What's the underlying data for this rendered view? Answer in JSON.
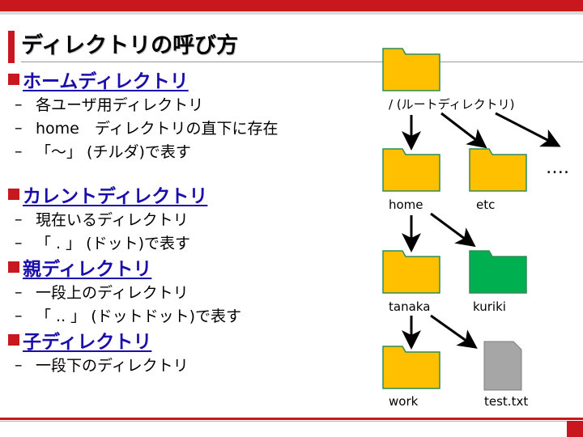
{
  "slide": {
    "title": "ディレクトリの呼び方",
    "sections": [
      {
        "heading": "ホームディレクトリ",
        "items": [
          "各ユーザ用ディレクトリ",
          "home　ディレクトリの直下に存在",
          "「〜」 (チルダ)で表す"
        ]
      },
      {
        "heading": "カレントディレクトリ",
        "items": [
          "現在いるディレクトリ",
          "「 . 」 (ドット)で表す"
        ]
      },
      {
        "heading": "親ディレクトリ",
        "items": [
          "一段上のディレクトリ",
          "「 .. 」 (ドットドット)で表す"
        ]
      },
      {
        "heading": "子ディレクトリ",
        "items": [
          "一段下のディレクトリ"
        ]
      }
    ],
    "dash": "–"
  },
  "tree": {
    "root_label": "/ (ルートディレクトリ)",
    "home_label": "home",
    "etc_label": "etc",
    "more_label": "….",
    "tanaka_label": "tanaka",
    "kuriki_label": "kuriki",
    "work_label": "work",
    "file_label": "test.txt",
    "colors": {
      "folder_yellow": "#ffc000",
      "folder_green": "#00b050",
      "folder_stroke": "#2e8b57",
      "file_gray": "#a6a6a6"
    }
  }
}
